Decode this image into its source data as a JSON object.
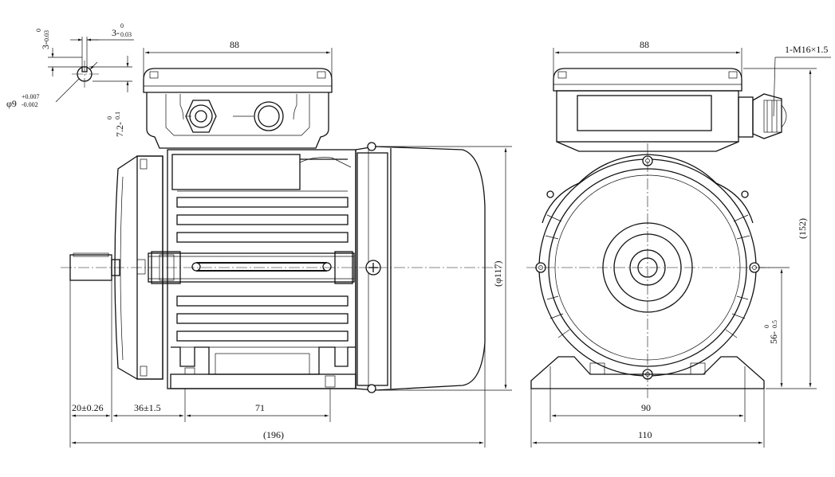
{
  "drawing": {
    "title": "Electric motor outline dimension drawing",
    "side_view": {
      "dims": {
        "terminal_box_width": "88",
        "shaft_extension": "20±0.26",
        "shaft_shoulder": "36±1.5",
        "foot_hole_spacing": "71",
        "overall_length": "(196)",
        "frame_diameter": "(φ117)"
      }
    },
    "shaft_detail": {
      "key_width": "3-",
      "key_width_tol_upper": "0",
      "key_width_tol_lower": "0.03",
      "key_depth": "3-",
      "key_depth_tol_upper": "0",
      "key_depth_tol_lower": "0.03",
      "shaft_diameter": "φ9",
      "shaft_diameter_tol_upper": "+0.007",
      "shaft_diameter_tol_lower": "-0.002",
      "key_height": "7.2-",
      "key_height_tol_upper": "0",
      "key_height_tol_lower": "0.1"
    },
    "front_view": {
      "dims": {
        "terminal_box_width": "88",
        "cable_gland": "1-M16×1.5",
        "overall_height": "(152)",
        "shaft_center_height": "56-",
        "shaft_center_height_tol_upper": "0",
        "shaft_center_height_tol_lower": "0.5",
        "foot_hole_spacing": "90",
        "foot_width": "110"
      }
    }
  }
}
